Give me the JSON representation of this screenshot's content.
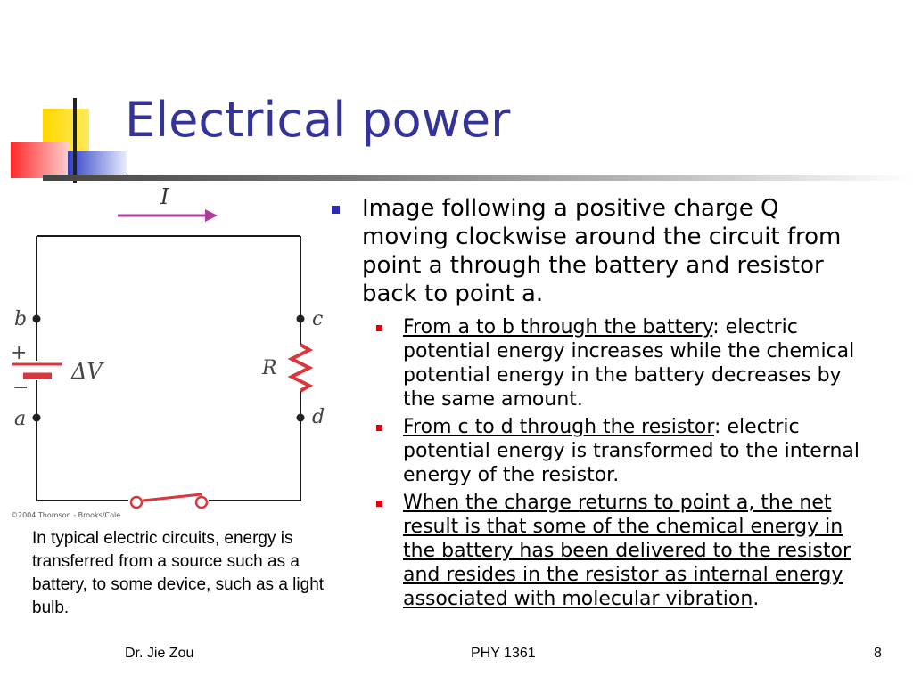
{
  "slide": {
    "title": "Electrical power",
    "figure": {
      "current_label": "I",
      "point_b": "b",
      "point_c": "c",
      "point_a": "a",
      "point_d": "d",
      "plus_sign": "+",
      "minus_sign": "−",
      "voltage_label": "ΔV",
      "resistor_label": "R",
      "copyright": "©2004 Thomson - Brooks/Cole",
      "colors": {
        "wire": "#1a1a1a",
        "battery": "#d9363e",
        "arrow": "#b03a9b",
        "resistor": "#d9363e"
      }
    },
    "caption": "In typical electric circuits, energy is transferred from a source such as a battery, to some device, such as a light bulb.",
    "main_bullet": "Image following a positive charge Q moving clockwise around the circuit from point a through the battery and resistor back to point a.",
    "sub_bullets": [
      {
        "underlined": "From a to b through the battery",
        "rest": ": electric potential energy increases while the chemical potential energy in the battery decreases by the same amount."
      },
      {
        "underlined": "From c to d through the resistor",
        "rest": ": electric potential energy is transformed to the internal energy of the resistor."
      },
      {
        "underlined": "When the charge returns to point a, the net result is that some of the chemical energy in the battery has been delivered to the resistor and resides in the resistor as internal energy associated with molecular vibration",
        "rest": "."
      }
    ],
    "footer": {
      "author": "Dr. Jie Zou",
      "course": "PHY 1361",
      "page": "8"
    },
    "colors": {
      "title": "#333399",
      "bullet_main": "#2b2bb5",
      "bullet_sub": "#e0000b"
    }
  }
}
